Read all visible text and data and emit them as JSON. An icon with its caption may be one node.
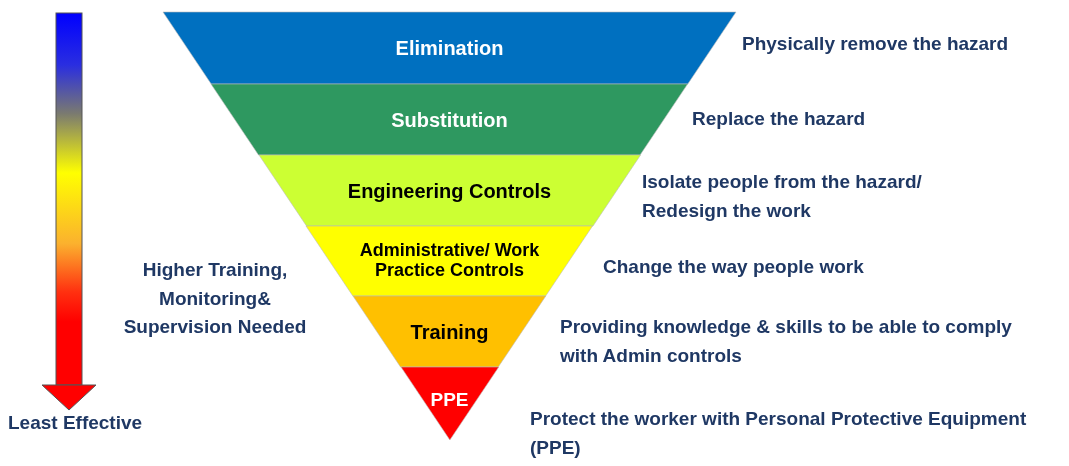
{
  "diagram": {
    "nodes": [
      {
        "text": [
          "Elimination"
        ],
        "beside": [
          "Physically remove the hazard"
        ]
      },
      {
        "text": [
          "Substitution"
        ],
        "beside": [
          "Replace the hazard"
        ]
      },
      {
        "text": [
          "Engineering Controls"
        ],
        "beside": [
          "Isolate people from the hazard/ Redesign the work"
        ]
      },
      {
        "text": [
          "Administrative/ Work Practice Controls"
        ],
        "beside": [
          "Change the way people work"
        ]
      },
      {
        "text": [
          "Training"
        ],
        "beside": [
          "Providing knowledge & skills to be able to comply with Admin controls"
        ]
      },
      {
        "text": [
          "PPE"
        ],
        "beside": [
          "Protect the worker with Personal Protective Equipment (PPE)"
        ]
      }
    ],
    "labels": [
      "Higher Training, Monitoring& Supervision Needed",
      "Least Effective"
    ]
  }
}
